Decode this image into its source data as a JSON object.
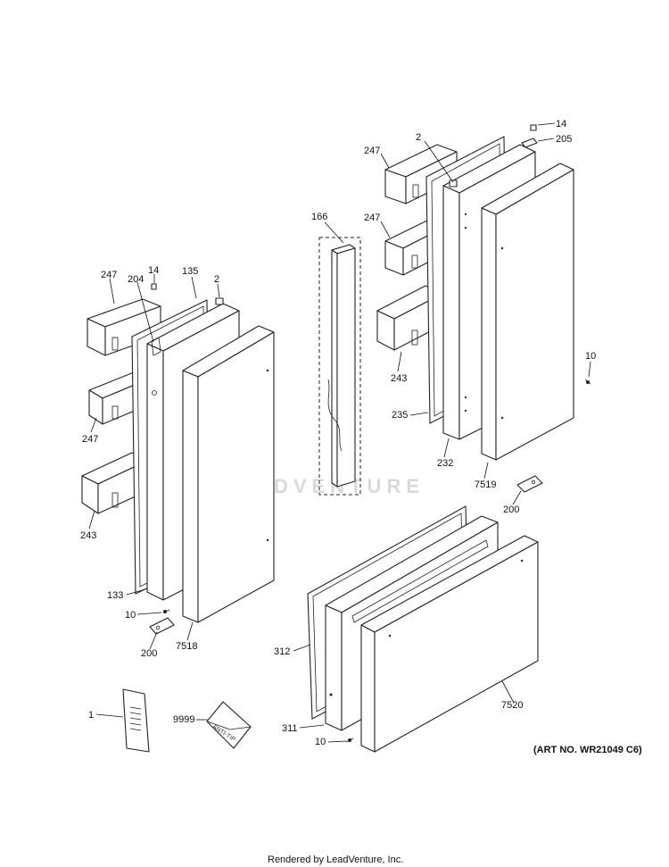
{
  "diagram": {
    "watermark": "LEADVENTURE",
    "art_number": "(ART NO. WR21049 C6)",
    "credit": "Rendered by LeadVenture, Inc.",
    "manual_label": "ANTI-TIP",
    "callouts": {
      "c247_left_top": "247",
      "c204": "204",
      "c14_left": "14",
      "c135": "135",
      "c2_left": "2",
      "c247_left_mid": "247",
      "c243_left": "243",
      "c133": "133",
      "c10_left": "10",
      "c200_left": "200",
      "c7518": "7518",
      "c166": "166",
      "c247_right_top": "247",
      "c2_right": "2",
      "c14_right": "14",
      "c205": "205",
      "c247_right_mid": "247",
      "c243_right": "243",
      "c235": "235",
      "c232": "232",
      "c10_right": "10",
      "c7519": "7519",
      "c200_right": "200",
      "c312": "312",
      "c311": "311",
      "c10_bottom": "10",
      "c7520": "7520",
      "c1": "1",
      "c9999": "9999"
    }
  }
}
